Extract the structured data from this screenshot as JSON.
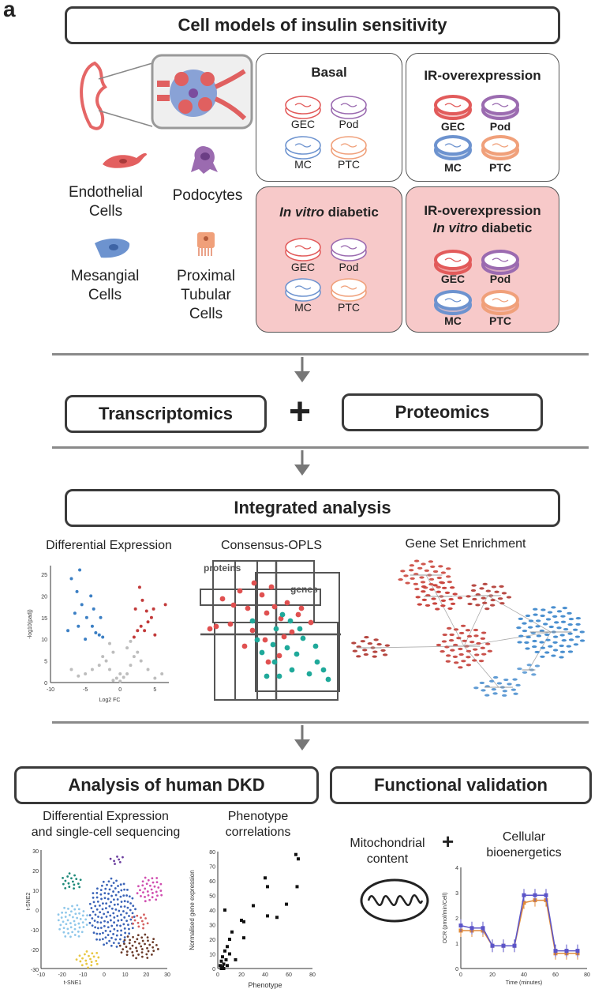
{
  "panel_letter": "a",
  "sections": {
    "cell_models": "Cell models of insulin sensitivity",
    "transcriptomics": "Transcriptomics",
    "proteomics": "Proteomics",
    "integrated": "Integrated analysis",
    "human_dkd": "Analysis of human DKD",
    "functional": "Functional validation"
  },
  "cell_types": {
    "endothelial": [
      "Endothelial",
      "Cells"
    ],
    "podocytes": "Podocytes",
    "mesangial": [
      "Mesangial",
      "Cells"
    ],
    "proximal": [
      "Proximal",
      "Tubular",
      "Cells"
    ]
  },
  "conditions": {
    "basal": {
      "title": "Basal",
      "labels": [
        "GEC",
        "Pod",
        "MC",
        "PTC"
      ]
    },
    "ir_over": {
      "title": "IR-overexpression",
      "labels": [
        "GEC",
        "Pod",
        "MC",
        "PTC"
      ]
    },
    "diabetic": {
      "title_italic": "In vitro",
      "title_rest": " diabetic",
      "labels": [
        "GEC",
        "Pod",
        "MC",
        "PTC"
      ]
    },
    "ir_diabetic": {
      "title1": "IR-overexpression",
      "title2_italic": "In vitro",
      "title2_rest": " diabetic",
      "labels": [
        "GEC",
        "Pod",
        "MC",
        "PTC"
      ]
    }
  },
  "integrated_panels": {
    "diff_expr": "Differential Expression",
    "opls": "Consensus-OPLS",
    "opls_proteins": "proteins",
    "opls_genes": "genes",
    "gse": "Gene Set Enrichment"
  },
  "dkd_panels": {
    "diff_sc": [
      "Differential Expression",
      "and single-cell sequencing"
    ],
    "pheno": [
      "Phenotype",
      "correlations"
    ],
    "mito": [
      "Mitochondrial",
      "content"
    ],
    "bioenergetics": [
      "Cellular",
      "bioenergetics"
    ]
  },
  "colors": {
    "red": "#e25b5b",
    "purple": "#9b6bb0",
    "blue": "#6d93cf",
    "orange": "#f0a07a",
    "teal": "#1fa99a",
    "pink_bg": "#f7c9c9"
  },
  "chart_data": [
    {
      "type": "scatter",
      "title": "",
      "xlabel": "Log2 FC",
      "ylabel": "-log10(padj)",
      "xticks": [
        -10,
        -5,
        0,
        5
      ],
      "yticks": [
        0,
        5,
        10,
        15,
        20,
        25
      ],
      "xlim": [
        -10,
        7
      ],
      "ylim": [
        0,
        27
      ],
      "series": [
        {
          "name": "",
          "color": "#3b7fc4",
          "points": [
            [
              -7,
              24
            ],
            [
              -6.2,
              21
            ],
            [
              -5.5,
              18
            ],
            [
              -4.8,
              15
            ],
            [
              -4,
              13
            ],
            [
              -3.5,
              11.5
            ],
            [
              -3,
              11
            ],
            [
              -2.5,
              10.5
            ],
            [
              -6,
              13
            ],
            [
              -5,
              10
            ],
            [
              -7.5,
              12
            ],
            [
              -4.2,
              20
            ],
            [
              -5.8,
              26
            ],
            [
              -3.8,
              17
            ],
            [
              -2.8,
              15
            ],
            [
              -6.5,
              16
            ]
          ]
        },
        {
          "name": "",
          "color": "#c23a3a",
          "points": [
            [
              2,
              10.5
            ],
            [
              2.5,
              12
            ],
            [
              3,
              13
            ],
            [
              3.5,
              12
            ],
            [
              4,
              14
            ],
            [
              4.5,
              15
            ],
            [
              2.2,
              17
            ],
            [
              3.2,
              19
            ],
            [
              5,
              11
            ],
            [
              2.8,
              22
            ],
            [
              4.8,
              17
            ],
            [
              6.5,
              18
            ],
            [
              3.8,
              16.5
            ]
          ]
        },
        {
          "name": "",
          "color": "#bdbdbd",
          "points": [
            [
              -1,
              0.5
            ],
            [
              -0.5,
              1
            ],
            [
              0,
              0.3
            ],
            [
              0.5,
              1.2
            ],
            [
              1,
              2
            ],
            [
              -1.5,
              3
            ],
            [
              1.5,
              4
            ],
            [
              -2,
              5
            ],
            [
              2,
              6
            ],
            [
              -1,
              7
            ],
            [
              1,
              8
            ],
            [
              -2.5,
              6
            ],
            [
              2.5,
              7
            ],
            [
              -3,
              4
            ],
            [
              3,
              5
            ],
            [
              0,
              2
            ],
            [
              -4,
              3
            ],
            [
              4,
              3
            ],
            [
              -5,
              2
            ],
            [
              5,
              1
            ],
            [
              -6,
              1.5
            ],
            [
              -7,
              3
            ],
            [
              6,
              2
            ],
            [
              -1.5,
              9
            ],
            [
              1.5,
              9.5
            ]
          ]
        }
      ]
    },
    {
      "type": "scatter",
      "title": "",
      "xlabel": "Phenotype",
      "ylabel": "Normalised gene expression",
      "xticks": [
        0,
        20,
        40,
        60,
        80
      ],
      "yticks": [
        0,
        10,
        20,
        30,
        40,
        50,
        60,
        70,
        80
      ],
      "xlim": [
        0,
        80
      ],
      "ylim": [
        0,
        80
      ],
      "series": [
        {
          "name": "",
          "points": [
            [
              2,
              2
            ],
            [
              3,
              5
            ],
            [
              4,
              8
            ],
            [
              5,
              3
            ],
            [
              6,
              12
            ],
            [
              7,
              6
            ],
            [
              8,
              15
            ],
            [
              6,
              40
            ],
            [
              10,
              20
            ],
            [
              12,
              25
            ],
            [
              15,
              6
            ],
            [
              20,
              33
            ],
            [
              22,
              32
            ],
            [
              22,
              21
            ],
            [
              30,
              43
            ],
            [
              40,
              62
            ],
            [
              42,
              56
            ],
            [
              42,
              36
            ],
            [
              50,
              35
            ],
            [
              58,
              44
            ],
            [
              66,
              78
            ],
            [
              68,
              75
            ],
            [
              67,
              56
            ],
            [
              4,
              1
            ],
            [
              5,
              0
            ],
            [
              8,
              2
            ],
            [
              3,
              0
            ],
            [
              10,
              10
            ]
          ]
        }
      ]
    },
    {
      "type": "line",
      "title": "",
      "xlabel": "Time (minutes)",
      "ylabel": "OCR (pmol/min/Cell)",
      "xticks": [
        0,
        20,
        40,
        60,
        80
      ],
      "yticks": [
        0,
        1,
        2,
        3,
        4
      ],
      "xlim": [
        0,
        80
      ],
      "ylim": [
        0,
        4
      ],
      "series": [
        {
          "name": "",
          "color": "#5b54c8",
          "x": [
            0,
            7,
            14,
            20,
            27,
            34,
            40,
            47,
            54,
            60,
            67,
            74
          ],
          "y": [
            1.7,
            1.6,
            1.6,
            0.9,
            0.9,
            0.9,
            2.9,
            2.9,
            2.9,
            0.7,
            0.7,
            0.7
          ]
        },
        {
          "name": "",
          "color": "#e08a3a",
          "x": [
            0,
            7,
            14,
            20,
            27,
            34,
            40,
            47,
            54,
            60,
            67,
            74
          ],
          "y": [
            1.5,
            1.5,
            1.5,
            0.9,
            0.9,
            0.9,
            2.6,
            2.7,
            2.7,
            0.6,
            0.6,
            0.6
          ]
        }
      ]
    }
  ]
}
